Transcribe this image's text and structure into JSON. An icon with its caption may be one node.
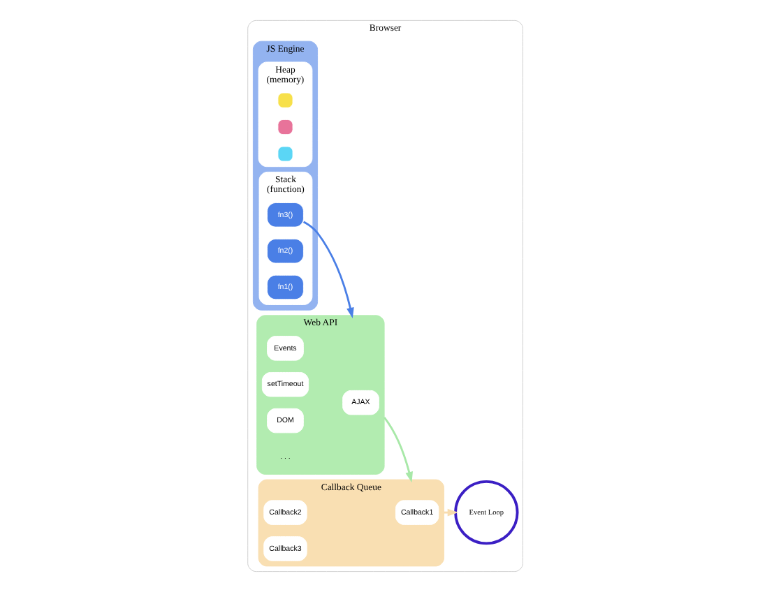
{
  "diagram": {
    "nodes": [
      {
        "text": [
          "Browser"
        ]
      },
      {
        "text": [
          "JS Engine"
        ],
        "in": 0
      },
      {
        "text": [
          "Heap",
          "(memory)"
        ],
        "in": 1
      },
      {
        "text": [],
        "shape": "box",
        "in": 2
      },
      {
        "text": [],
        "shape": "box",
        "in": 2
      },
      {
        "text": [],
        "shape": "box",
        "in": 2
      },
      {
        "text": [
          "Stack",
          "(function)"
        ],
        "in": 1
      },
      {
        "text": [
          "fn3()"
        ],
        "in": 6
      },
      {
        "text": [
          "fn2()"
        ],
        "in": 6
      },
      {
        "text": [
          "fn1()"
        ],
        "in": 6
      },
      {
        "text": [
          "Web API"
        ],
        "in": 0
      },
      {
        "text": [
          "AJAX"
        ],
        "in": 10
      },
      {
        "text": [
          "Events"
        ],
        "in": 10
      },
      {
        "text": [
          "setTimeout"
        ],
        "in": 10
      },
      {
        "text": [
          "DOM"
        ],
        "in": 10
      },
      {
        "text": [
          "Event Loop"
        ],
        "in": 0
      },
      {
        "text": [
          "Callback Queue"
        ],
        "in": 0
      },
      {
        "text": [
          "Callback1"
        ],
        "in": 16
      },
      {
        "text": [
          "Callback2"
        ],
        "in": 16
      },
      {
        "text": [
          "Callback3"
        ],
        "in": 16
      }
    ],
    "edges": [
      {
        "from": 7,
        "to": 10,
        "arrow": "to",
        "color": "#4a7fe6"
      },
      {
        "from": 10,
        "to": 16,
        "arrow": "to",
        "color": "#a8e8a8"
      },
      {
        "from": 16,
        "to": 15,
        "arrow": "to",
        "color": "#f8dcae"
      }
    ],
    "labels": [
      ". . ."
    ]
  }
}
